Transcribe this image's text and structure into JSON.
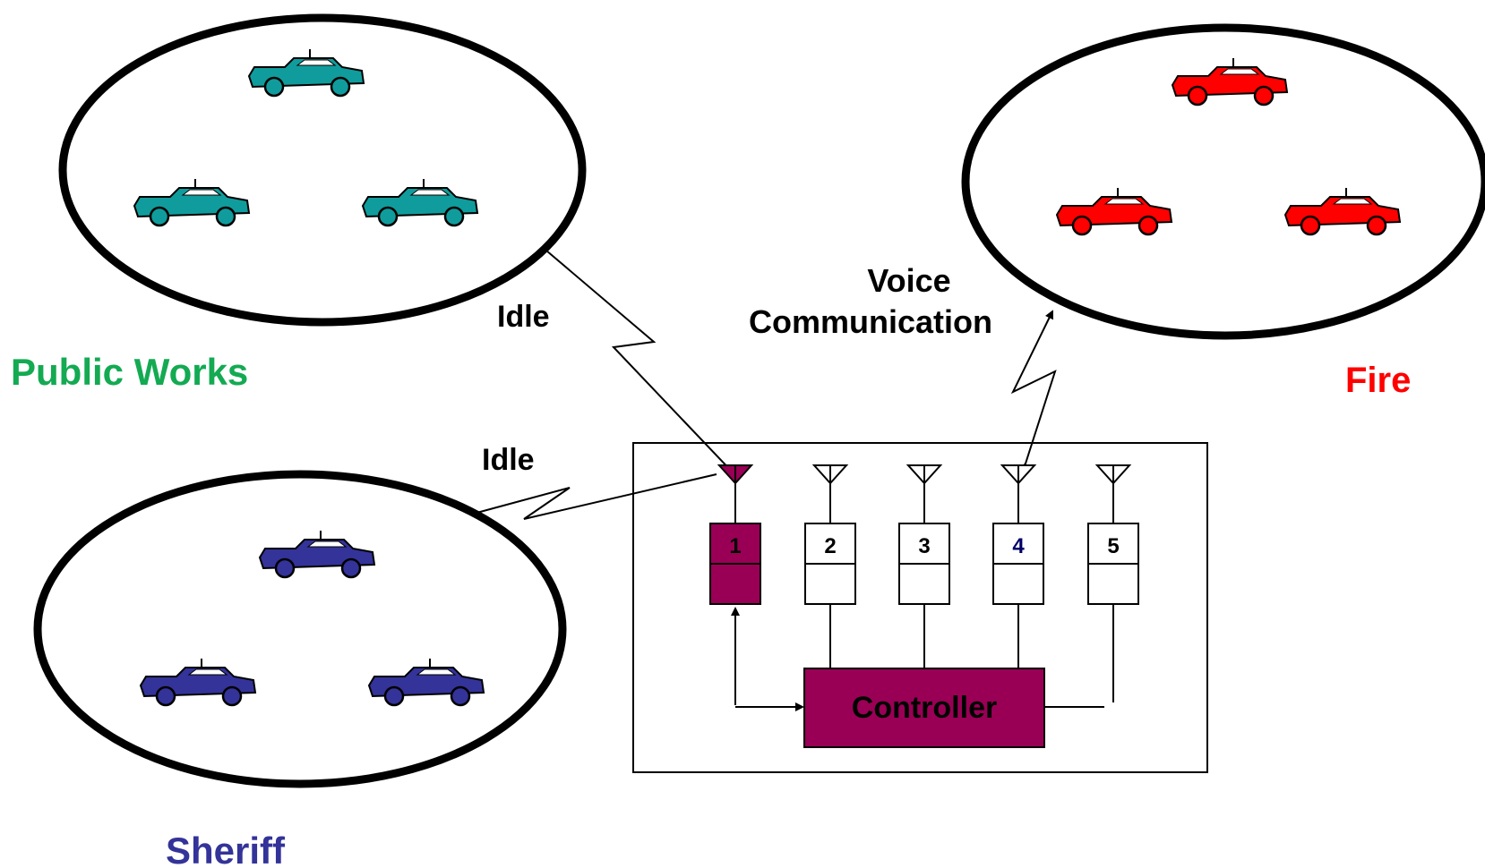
{
  "groups": {
    "public_works": {
      "label": "Public Works",
      "color": "#13aa52",
      "car_color": "#109c9c"
    },
    "fire": {
      "label": "Fire",
      "color": "#ff0000",
      "car_color": "#ff0000"
    },
    "sheriff": {
      "label": "Sheriff",
      "color": "#333399",
      "car_color": "#333399"
    }
  },
  "links": {
    "public_works_status": "Idle",
    "sheriff_status": "Idle",
    "fire_status_line1": "Voice",
    "fire_status_line2": "Communication"
  },
  "repeaters": [
    {
      "label": "1",
      "active": true
    },
    {
      "label": "2",
      "active": false
    },
    {
      "label": "3",
      "active": false
    },
    {
      "label": "4",
      "active": false
    },
    {
      "label": "5",
      "active": false
    }
  ],
  "controller": {
    "label": "Controller",
    "color": "#990055"
  },
  "icons": {
    "vehicle": "car-icon",
    "antenna": "antenna-icon"
  }
}
